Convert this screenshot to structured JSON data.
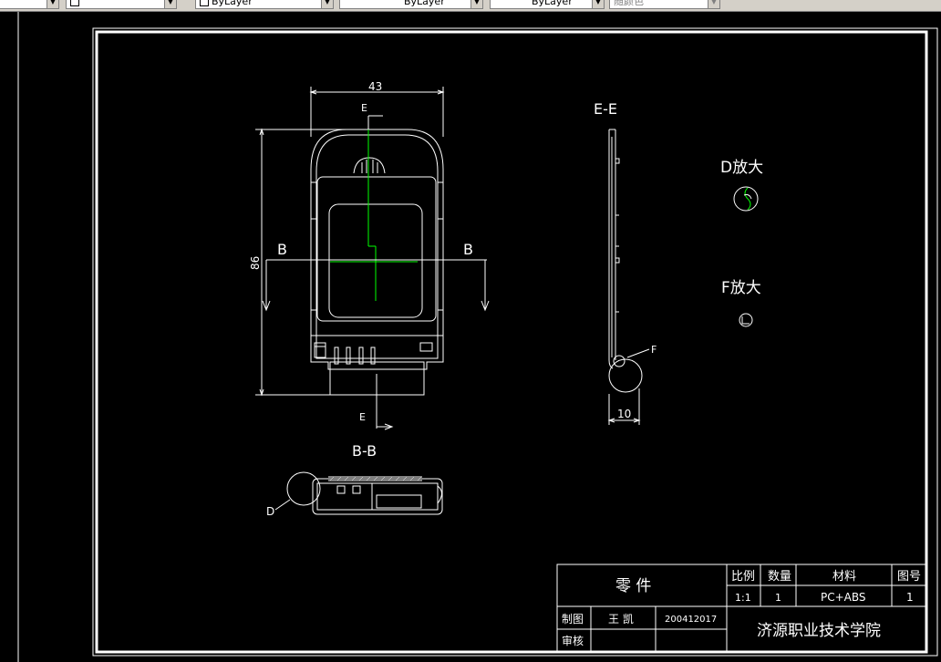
{
  "toolbar": {
    "combo_color": "",
    "combo_layer": "ByLayer",
    "combo_linetype": "ByLayer",
    "combo_lineweight": "ByLayer",
    "combo_plotstyle": "随颜色"
  },
  "drawing": {
    "dim_width": "43",
    "dim_height": "86",
    "dim_thickness": "10",
    "section_label_E": "E",
    "section_label_B": "B",
    "view_bb": "B-B",
    "view_ee": "E-E",
    "detail_d": "D放大",
    "detail_f": "F放大",
    "callout_d": "D",
    "callout_f": "F"
  },
  "title_block": {
    "part_name": "零  件",
    "scale_label": "比例",
    "qty_label": "数量",
    "material_label": "材料",
    "drawing_no_label": "图号",
    "scale_value": "1:1",
    "qty_value": "1",
    "material_value": "PC+ABS",
    "drawing_no_value": "1",
    "drawn_by_label": "制图",
    "drawn_by_name": "王 凯",
    "student_no": "200412017",
    "checked_by_label": "审核",
    "school": "济源职业技术学院"
  },
  "colors": {
    "background": "#000000",
    "line": "#ffffff",
    "center_line": "#00ff00",
    "toolbar": "#d4d0c8"
  }
}
